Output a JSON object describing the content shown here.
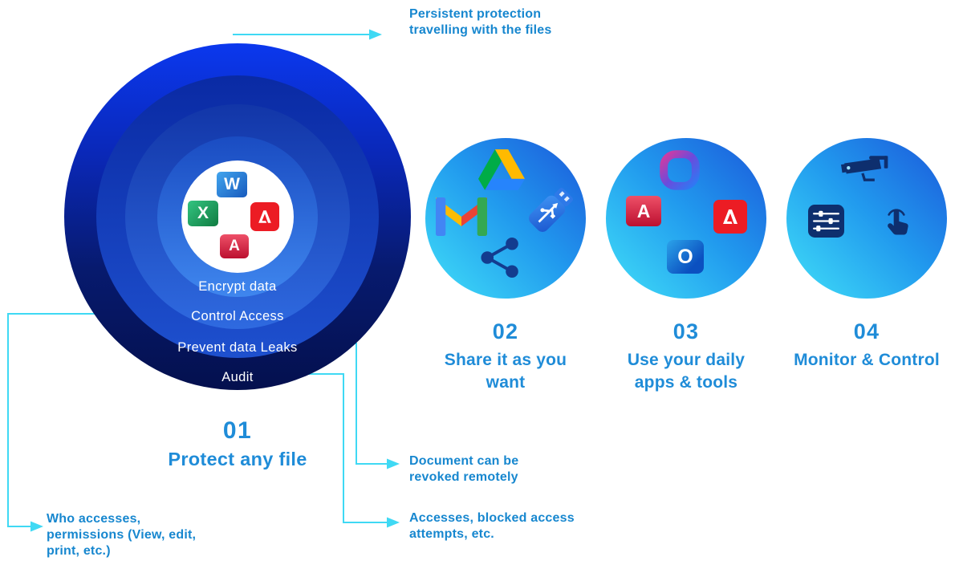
{
  "colors": {
    "connector_line": "#3fd9f4",
    "callout_text": "#1787cf",
    "step_text": "#1f8cd8",
    "ring_outer": "#04104e",
    "ring_inner": "#3f86ee",
    "step_circle_gradient": [
      "#1b58da",
      "#41e0f8"
    ]
  },
  "protect": {
    "number": "01",
    "title": "Protect any file",
    "rings": [
      {
        "label": "Encrypt data"
      },
      {
        "label": "Control Access"
      },
      {
        "label": "Prevent data Leaks"
      },
      {
        "label": "Audit"
      }
    ],
    "icons": [
      "word-icon",
      "excel-icon",
      "acrobat-icon",
      "autocad-icon"
    ]
  },
  "steps": [
    {
      "number": "02",
      "title": "Share it as you want",
      "icons": [
        "gdrive-icon",
        "gmail-icon",
        "usb-icon",
        "share-icon"
      ]
    },
    {
      "number": "03",
      "title": "Use your daily apps & tools",
      "icons": [
        "m365-icon",
        "autocad-icon",
        "acrobat-icon",
        "outlook-icon"
      ]
    },
    {
      "number": "04",
      "title": "Monitor & Control",
      "icons": [
        "cctv-icon",
        "sliders-icon",
        "touch-icon"
      ]
    }
  ],
  "callouts": {
    "persistent": "Persistent protection travelling with the files",
    "revoked": "Document can be revoked remotely",
    "accesses": "Accesses, blocked access attempts, etc.",
    "who": "Who accesses, permissions (View, edit, print, etc.)"
  },
  "icon_letters": {
    "word": "W",
    "excel": "X",
    "autocad": "A",
    "outlook": "O"
  }
}
